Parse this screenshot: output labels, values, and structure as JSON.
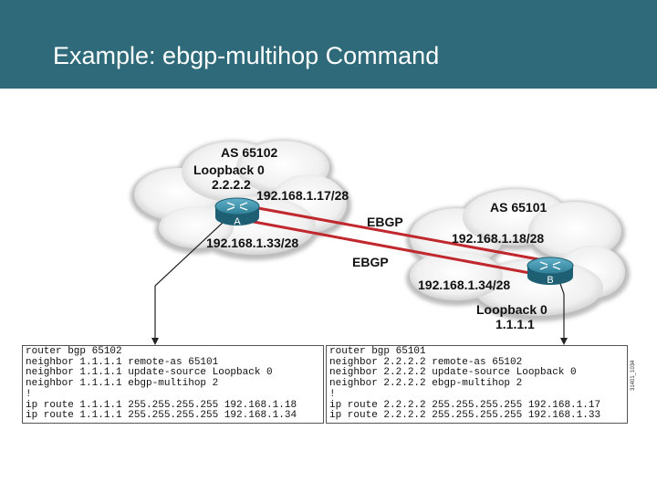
{
  "header": {
    "title": "Example: ebgp-multihop Command"
  },
  "left_as": {
    "as_label": "AS 65102",
    "loopback_label": "Loopback 0",
    "loopback_ip": "2.2.2.2",
    "ip_upper": "192.168.1.17/28",
    "ip_lower": "192.168.1.33/28",
    "router_name": "A"
  },
  "right_as": {
    "as_label": "AS 65101",
    "ip_upper": "192.168.1.18/28",
    "ip_lower": "192.168.1.34/28",
    "loopback_label": "Loopback 0",
    "loopback_ip": "1.1.1.1",
    "router_name": "B"
  },
  "links": {
    "upper_label": "EBGP",
    "lower_label": "EBGP"
  },
  "config_a": {
    "lines": [
      "router bgp 65102",
      "neighbor 1.1.1.1 remote-as 65101",
      "neighbor 1.1.1.1 update-source Loopback 0",
      "neighbor 1.1.1.1 ebgp-multihop 2",
      "!",
      "ip route 1.1.1.1 255.255.255.255 192.168.1.18",
      "ip route 1.1.1.1 255.255.255.255 192.168.1.34"
    ]
  },
  "config_b": {
    "lines": [
      "router bgp 65101",
      "neighbor 2.2.2.2 remote-as 65102",
      "neighbor 2.2.2.2 update-source Loopback 0",
      "neighbor 2.2.2.2 ebgp-multihop 2",
      "!",
      "ip route 2.2.2.2 255.255.255.255 192.168.1.17",
      "ip route 2.2.2.2 255.255.255.255 192.168.1.33"
    ]
  },
  "figure_code": "31401_1034",
  "colors": {
    "header_bg": "#2e6a7a",
    "link": "#c0282d",
    "router": "#2f7f98"
  }
}
